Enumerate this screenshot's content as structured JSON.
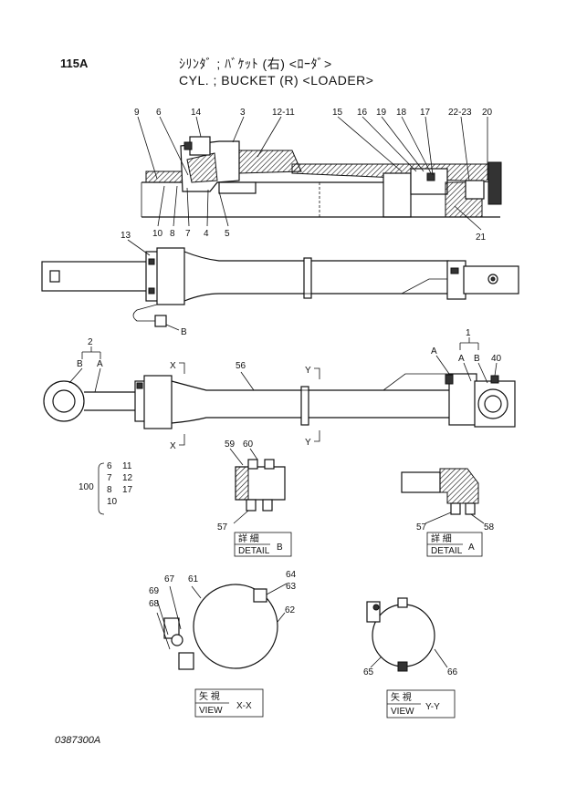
{
  "header": {
    "page_number": "115A",
    "title_jp": "ｼﾘﾝﾀﾞ ; ﾊﾞｹｯﾄ (右) <ﾛｰﾀﾞ>",
    "title_en": "CYL. ; BUCKET (R) <LOADER>"
  },
  "footer": {
    "doc_code": "0387300A"
  },
  "section_view": {
    "callouts_top": [
      "9",
      "6",
      "14",
      "3",
      "12-11",
      "15",
      "16",
      "19",
      "18",
      "17",
      "22-23",
      "20"
    ],
    "callouts_bottom": [
      "10",
      "8",
      "7",
      "4",
      "5",
      "21"
    ]
  },
  "side_view": {
    "callouts": [
      "13",
      "B"
    ]
  },
  "front_view": {
    "callouts": [
      "2",
      "B",
      "A",
      "X",
      "56",
      "Y",
      "A",
      "1",
      "A",
      "B",
      "40",
      "X",
      "Y"
    ]
  },
  "kit_table": {
    "number": "100",
    "col1": [
      "6",
      "7",
      "8",
      "10"
    ],
    "col2": [
      "11",
      "12",
      "17"
    ]
  },
  "detail_b": {
    "callouts": [
      "59",
      "60",
      "57"
    ],
    "label_jp": "詳 細",
    "label_en": "DETAIL",
    "id": "B"
  },
  "detail_a": {
    "callouts": [
      "57",
      "58"
    ],
    "label_jp": "詳 細",
    "label_en": "DETAIL",
    "id": "A"
  },
  "view_xx": {
    "callouts": [
      "67",
      "61",
      "64",
      "63",
      "69",
      "68",
      "62"
    ],
    "label_jp": "矢 視",
    "label_en": "VIEW",
    "id": "X-X"
  },
  "view_yy": {
    "callouts": [
      "65",
      "66"
    ],
    "label_jp": "矢 視",
    "label_en": "VIEW",
    "id": "Y-Y"
  }
}
